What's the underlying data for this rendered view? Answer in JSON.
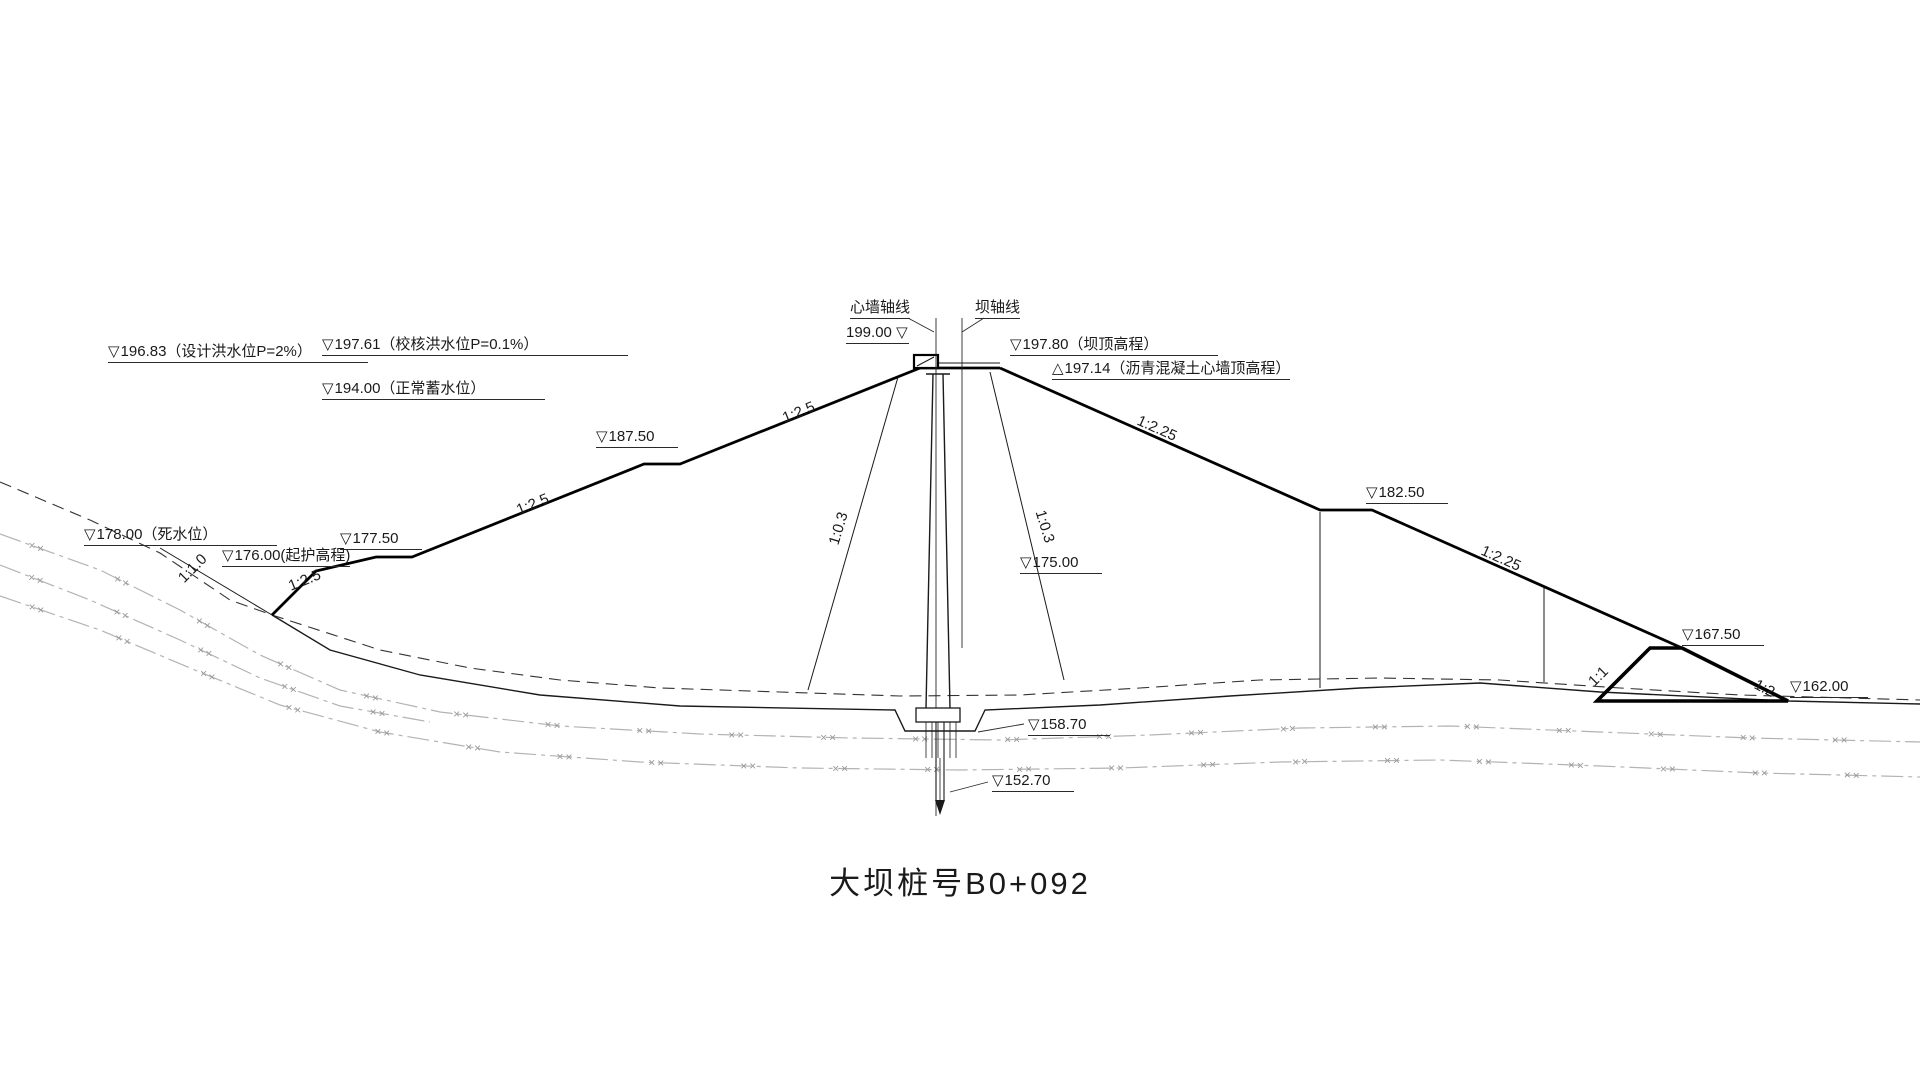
{
  "title": "大坝桩号B0+092",
  "symbols": {
    "water_level": "▽",
    "elevation": "△"
  },
  "axis_labels": {
    "core_wall_axis": "心墙轴线",
    "dam_axis": "坝轴线"
  },
  "elevation_labels": {
    "core_axis_top": "199.00",
    "check_flood": "197.61（校核洪水位P=0.1%）",
    "design_flood": "196.83（设计洪水位P=2%）",
    "normal_storage": "194.00（正常蓄水位）",
    "crest": "197.80（坝顶高程）",
    "core_top": "197.14（沥青混凝土心墙顶高程）",
    "us_berm_upper": "187.50",
    "us_berm_lower": "177.50",
    "dead_water": "178.00（死水位）",
    "riprap_start": "176.00(起护高程)",
    "el_175": "175.00",
    "ds_berm": "182.50",
    "prism_top": "167.50",
    "ds_toe": "162.00",
    "foundation": "158.70",
    "curtain_bottom": "152.70"
  },
  "slope_labels": {
    "us_upper": "1:2.5",
    "us_mid": "1:2.5",
    "us_lower": "1:2.5",
    "us_excavation": "1:1.0",
    "ds_upper": "1:2.25",
    "ds_lower": "1:2.25",
    "core_left": "1:0.3",
    "core_right": "1:0.3",
    "prism_left": "1:1",
    "prism_right": "1:2"
  },
  "colors": {
    "line": "#1a1a1a",
    "strata": "#b3b3b3",
    "background": "#ffffff"
  }
}
